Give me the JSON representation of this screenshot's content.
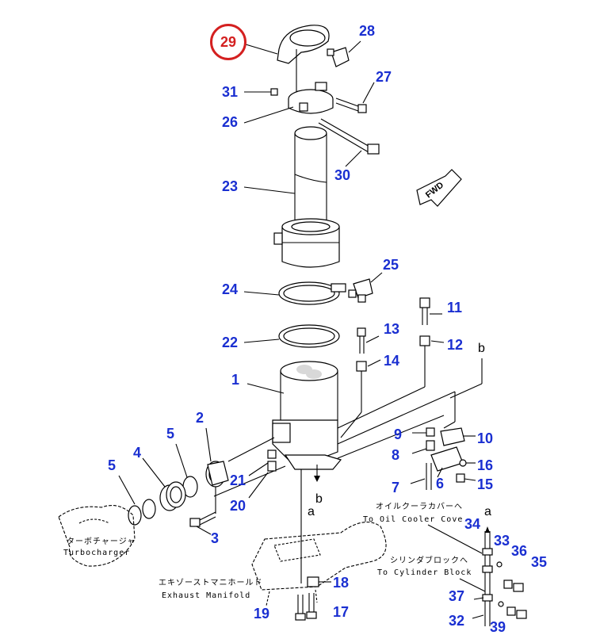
{
  "highlighted_part": "29",
  "callouts": [
    "28",
    "27",
    "31",
    "26",
    "30",
    "23",
    "25",
    "24",
    "11",
    "13",
    "12",
    "22",
    "14",
    "1",
    "2",
    "5",
    "9",
    "10",
    "4",
    "8",
    "16",
    "5",
    "21",
    "6",
    "15",
    "7",
    "20",
    "3",
    "18",
    "19",
    "17",
    "34",
    "33",
    "36",
    "35",
    "37",
    "32",
    "39"
  ],
  "letters": {
    "a_lower": "a",
    "b_upper": "b",
    "b_lower": "b",
    "a_right": "a"
  },
  "notes": {
    "turbo_jp": "ターボチャージャ",
    "turbo_en": "Turbocharger",
    "manifold_jp": "エキゾーストマニホールド",
    "manifold_en": "Exhaust Manifold",
    "oil_cooler_jp": "オイルクーラカバーへ",
    "oil_cooler_en": "To Oil Cooler Cove",
    "cyl_block_jp": "シリンダブロックへ",
    "cyl_block_en": "To Cylinder Block"
  },
  "fwd_mark": "FWD"
}
